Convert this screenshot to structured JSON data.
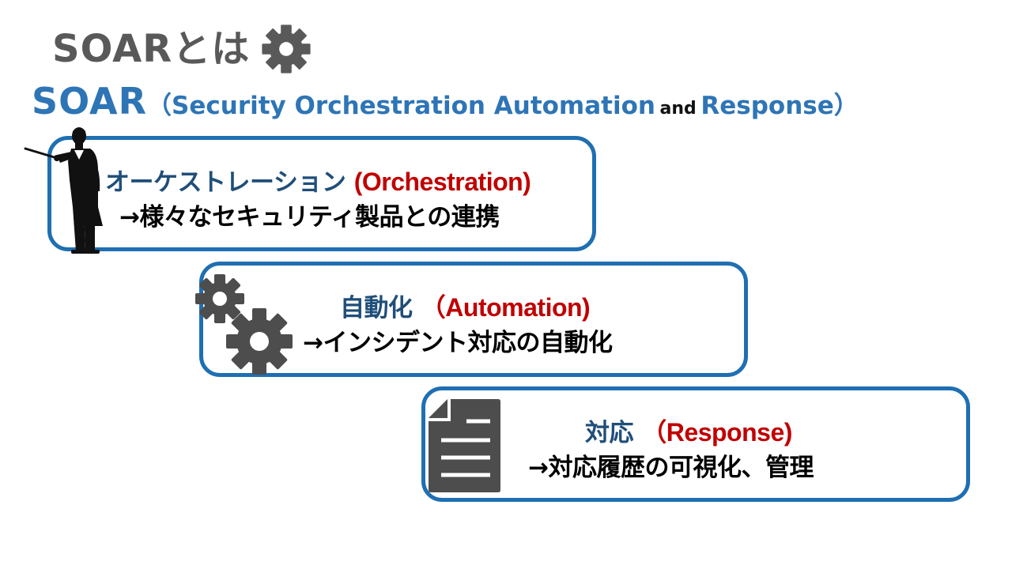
{
  "slide": {
    "title": "SOARとは",
    "title_icon": "gear-icon",
    "subtitle": {
      "acronym": "SOAR",
      "open": "（",
      "part1": "Security Orchestration Automation",
      "and": "and",
      "part2": "Response",
      "close": "）"
    }
  },
  "boxes": [
    {
      "heading_jp": "オーケストレーション",
      "heading_en": "(Orchestration)",
      "description": "→様々なセキュリティ製品との連携",
      "icon": "conductor-icon"
    },
    {
      "heading_jp": "自動化",
      "heading_en": "（Automation)",
      "description": "→インシデント対応の自動化",
      "icon": "gears-icon"
    },
    {
      "heading_jp": "対応",
      "heading_en": "（Response)",
      "description": "→対応履歴の可視化、管理",
      "icon": "document-icon"
    }
  ],
  "colors": {
    "title_gray": "#595959",
    "subtitle_blue": "#2e75b6",
    "box_border": "#1f6fb2",
    "heading_navy": "#1f4e79",
    "heading_red": "#c00000",
    "icon_gray": "#4d4d4d"
  }
}
